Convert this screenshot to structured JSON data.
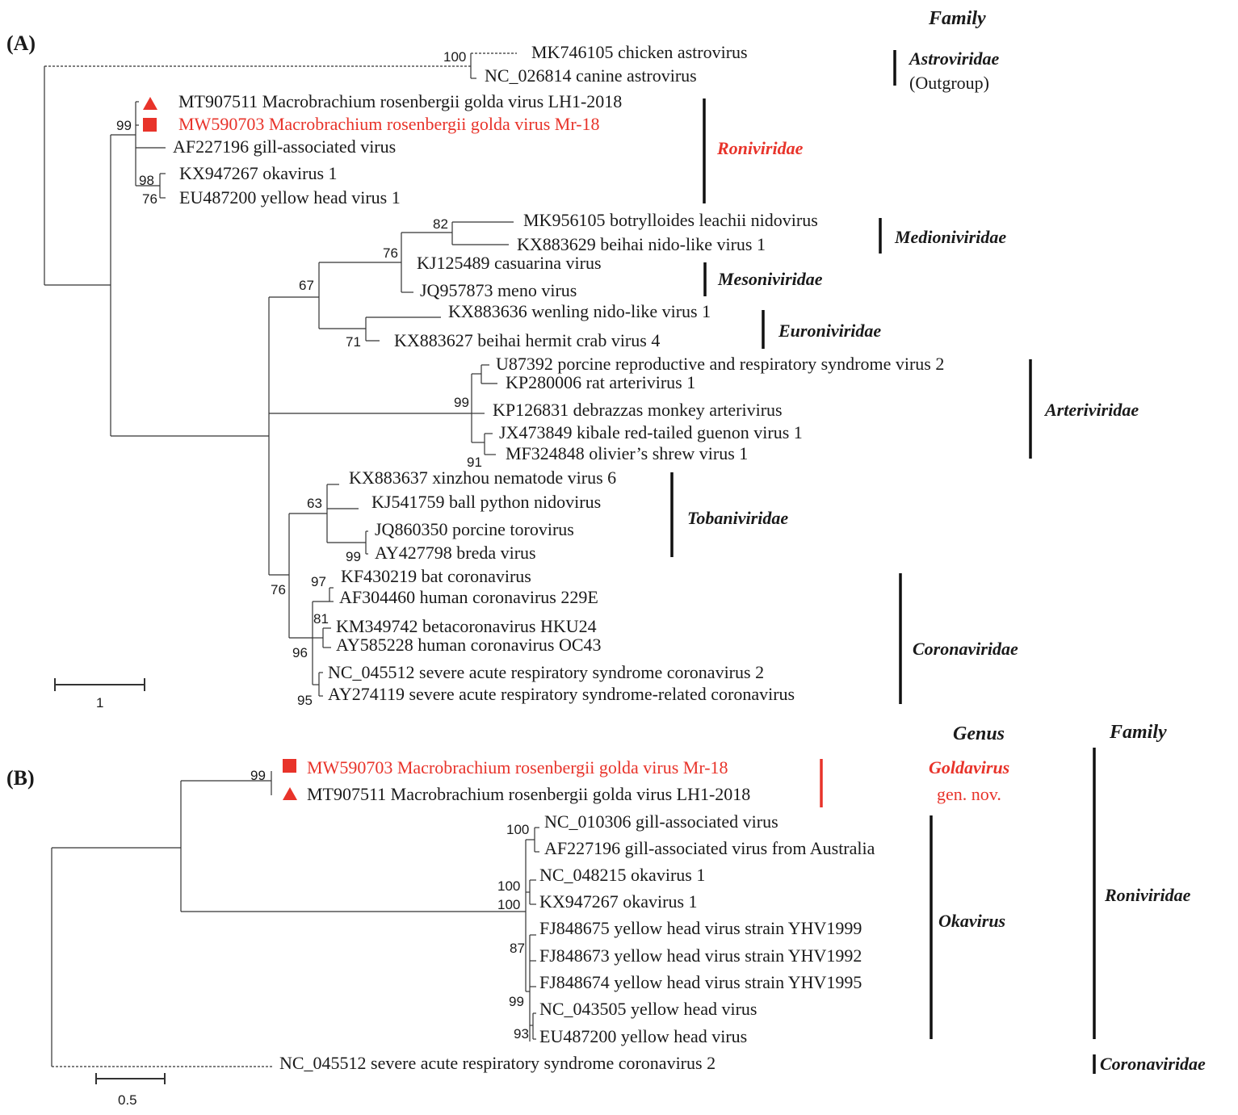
{
  "panel_a": {
    "label": "(A)",
    "header_family": "Family",
    "taxa": [
      "MK746105 chicken astrovirus",
      "NC_026814 canine astrovirus",
      "MT907511 Macrobrachium rosenbergii golda virus LH1-2018",
      "MW590703 Macrobrachium rosenbergii golda virus Mr-18",
      "AF227196 gill-associated virus",
      "KX947267  okavirus 1",
      "EU487200 yellow head virus 1",
      "MK956105 botrylloides leachii nidovirus",
      "KX883629 beihai nido-like virus 1",
      "KJ125489 casuarina virus",
      "JQ957873 meno virus",
      "KX883636 wenling nido-like virus 1",
      "KX883627 beihai hermit crab virus 4",
      "U87392  porcine reproductive and respiratory syndrome virus 2",
      "KP280006 rat arterivirus 1",
      "KP126831 debrazzas monkey arterivirus",
      "JX473849 kibale red-tailed guenon virus 1",
      "MF324848 olivier’s shrew virus 1",
      "KX883637 xinzhou nematode virus 6",
      "KJ541759 ball python nidovirus",
      "JQ860350 porcine torovirus",
      "AY427798 breda virus",
      "KF430219 bat coronavirus",
      "AF304460 human coronavirus 229E",
      "KM349742 betacoronavirus HKU24",
      "AY585228 human coronavirus OC43",
      "NC_045512 severe acute respiratory syndrome coronavirus 2",
      "AY274119 severe acute respiratory syndrome-related coronavirus"
    ],
    "bootstrap": [
      "100",
      "99",
      "98",
      "76",
      "82",
      "76",
      "67",
      "71",
      "99",
      "91",
      "63",
      "99",
      "97",
      "76",
      "81",
      "96",
      "95"
    ],
    "families": {
      "astroviridae": "Astroviridae",
      "outgroup": "(Outgroup)",
      "roniviridae": "Roniviridae",
      "medioniviridae": "Medioniviridae",
      "mesoniviridae": "Mesoniviridae",
      "euroniviridae": "Euroniviridae",
      "arteriviridae": "Arteriviridae",
      "tobaniviridae": "Tobaniviridae",
      "coronaviridae": "Coronaviridae"
    },
    "scale_label": "1"
  },
  "panel_b": {
    "label": "(B)",
    "header_genus": "Genus",
    "header_family": "Family",
    "taxa": [
      "MW590703 Macrobrachium rosenbergii golda virus Mr-18",
      "MT907511 Macrobrachium rosenbergii golda virus LH1-2018",
      "NC_010306 gill-associated virus",
      "AF227196 gill-associated virus from Australia",
      "NC_048215 okavirus 1",
      "KX947267 okavirus 1",
      "FJ848675 yellow head virus strain YHV1999",
      "FJ848673 yellow head virus strain YHV1992",
      "FJ848674 yellow head virus strain YHV1995",
      "NC_043505 yellow head virus",
      "EU487200 yellow head virus",
      "NC_045512 severe acute respiratory syndrome coronavirus 2"
    ],
    "bootstrap": [
      "99",
      "100",
      "100",
      "100",
      "87",
      "99",
      "93"
    ],
    "genus_goldavirus": "Goldavirus",
    "genus_goldavirus_note": "gen. nov.",
    "genus_okavirus": "Okavirus",
    "family_roniviridae": "Roniviridae",
    "family_coronaviridae": "Coronaviridae",
    "scale_label": "0.5"
  },
  "colors": {
    "highlight": "#e8332a",
    "line": "#333333"
  }
}
